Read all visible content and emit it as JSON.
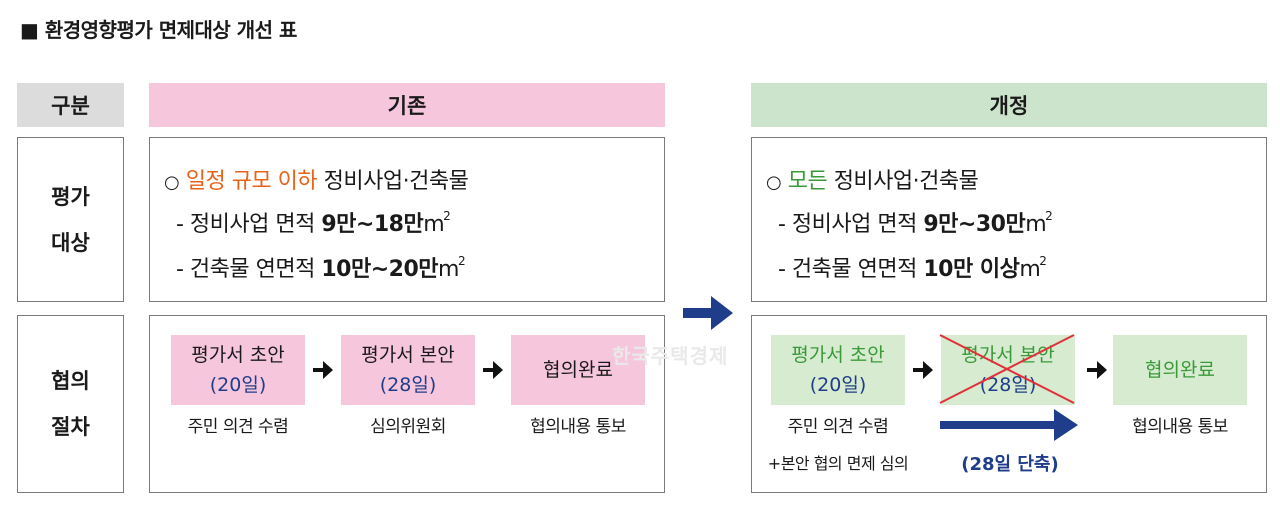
{
  "title": "■ 환경영향평가 면제대상 개선 표",
  "headers": {
    "gubun": "구분",
    "old": "기존",
    "new": "개정"
  },
  "row_labels": {
    "target": [
      "평가",
      "대상"
    ],
    "procedure": [
      "협의",
      "절차"
    ]
  },
  "old_target": {
    "bullet": "○",
    "highlight": "일정 규모 이하",
    "rest": " 정비사업·건축물",
    "line1_prefix": "- 정비사업 면적 ",
    "line1_value": "9만~18만",
    "line1_unit": "m",
    "line2_prefix": "- 건축물 연면적 ",
    "line2_value": "10만~20만",
    "line2_unit": "m",
    "sup": "2"
  },
  "new_target": {
    "bullet": "○",
    "highlight": "모든",
    "rest": " 정비사업·건축물",
    "line1_prefix": "- 정비사업 면적 ",
    "line1_value": "9만~30만",
    "line1_unit": "m",
    "line2_prefix": "- 건축물 연면적 ",
    "line2_value": "10만 이상",
    "line2_unit": "m",
    "sup": "2"
  },
  "old_procedure": {
    "steps": [
      {
        "name": "평가서 초안",
        "days": "(20일)",
        "sub": "주민 의견 수렴"
      },
      {
        "name": "평가서 본안",
        "days": "(28일)",
        "sub": "심의위원회"
      },
      {
        "name": "협의완료",
        "days": "",
        "sub": "협의내용 통보"
      }
    ]
  },
  "new_procedure": {
    "steps": [
      {
        "name": "평가서 초안",
        "days": "(20일)",
        "sub": "주민 의견 수렴",
        "sub2": "+본안 협의 면제 심의"
      },
      {
        "name": "평가서 본안",
        "days": "(28일)",
        "sub": ""
      },
      {
        "name": "협의완료",
        "days": "",
        "sub": "협의내용 통보"
      }
    ],
    "shortened": "(28일 단축)"
  },
  "watermark": "한국주택경제",
  "colors": {
    "orange": "#e8621a",
    "green": "#3a9a3a",
    "navy": "#1f3d8a",
    "cross": "#e0303a"
  }
}
